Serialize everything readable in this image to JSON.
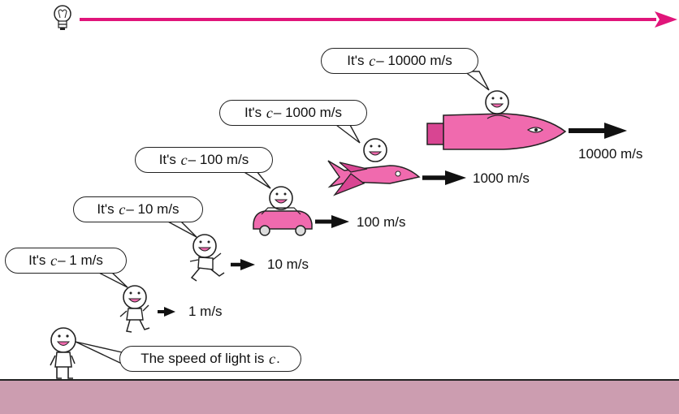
{
  "colors": {
    "light_ray": "#e0157a",
    "vehicle_pink": "#f06aae",
    "vehicle_pink_dark": "#d84592",
    "ground": "#cc9db0",
    "arrow": "#111111"
  },
  "icons": {
    "light_source": "light-bulb-icon"
  },
  "observer": {
    "statement_prefix": "The speed of light is",
    "symbol": "c",
    "statement_suffix": "."
  },
  "travelers": [
    {
      "vehicle": "walking",
      "bubble_prefix": "It's",
      "symbol": "c",
      "relative_speed": "– 1 m/s",
      "speed_label": "1 m/s"
    },
    {
      "vehicle": "running",
      "bubble_prefix": "It's",
      "symbol": "c",
      "relative_speed": "– 10 m/s",
      "speed_label": "10 m/s"
    },
    {
      "vehicle": "car",
      "bubble_prefix": "It's",
      "symbol": "c",
      "relative_speed": "– 100 m/s",
      "speed_label": "100 m/s"
    },
    {
      "vehicle": "jet",
      "bubble_prefix": "It's",
      "symbol": "c",
      "relative_speed": "– 1000 m/s",
      "speed_label": "1000 m/s"
    },
    {
      "vehicle": "rocket",
      "bubble_prefix": "It's",
      "symbol": "c",
      "relative_speed": "– 10000 m/s",
      "speed_label": "10000 m/s"
    }
  ]
}
